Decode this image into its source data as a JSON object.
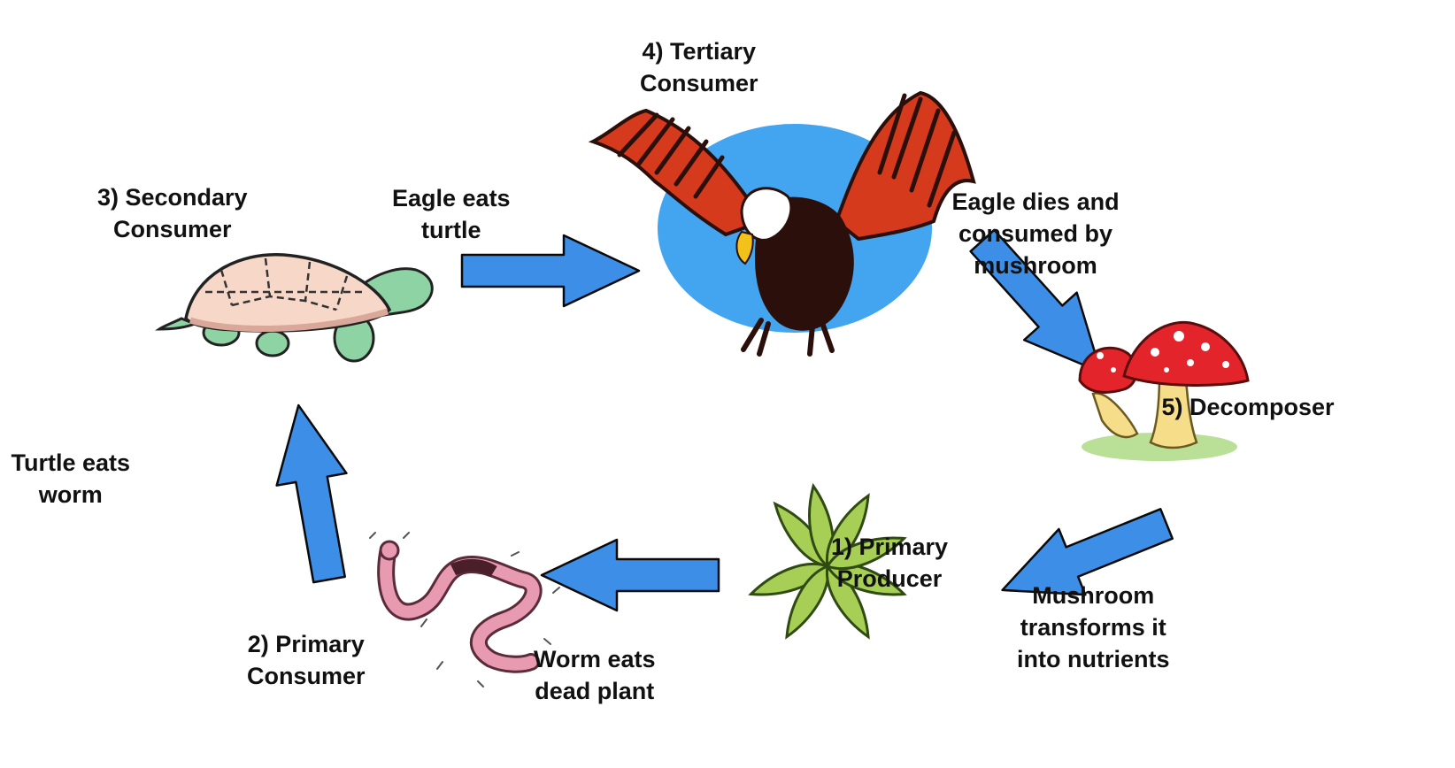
{
  "colors": {
    "arrow_fill": "#3d8ee6",
    "arrow_stroke": "#0a0a0a",
    "eagle_circle": "#43a5ef",
    "eagle_wing_red": "#d63a1c",
    "eagle_body": "#2a0f0a",
    "turtle_shell": "#f7d7c8",
    "turtle_skin": "#8ed3a3",
    "worm_pink": "#e89ab0",
    "mushroom_cap": "#e3252b",
    "mushroom_stem": "#f5dd8a",
    "leaf_green": "#a8cf55"
  },
  "stages": {
    "tertiary": {
      "line1": "4) Tertiary",
      "line2": "Consumer",
      "icon": "eagle-icon"
    },
    "secondary": {
      "line1": "3) Secondary",
      "line2": "Consumer",
      "icon": "turtle-icon"
    },
    "decomposer": {
      "line1": "5) Decomposer",
      "icon": "mushroom-icon"
    },
    "producer": {
      "line1": "1) Primary",
      "line2": "Producer",
      "icon": "leaves-icon"
    },
    "primary_consumer": {
      "line1": "2) Primary",
      "line2": "Consumer",
      "icon": "worm-icon"
    }
  },
  "transitions": {
    "eagle_eats_turtle": {
      "line1": "Eagle eats",
      "line2": "turtle"
    },
    "eagle_dies": {
      "line1": "Eagle dies and",
      "line2": "consumed by",
      "line3": "mushroom"
    },
    "mushroom_transforms": {
      "line1": "Mushroom",
      "line2": "transforms it",
      "line3": "into nutrients"
    },
    "worm_eats_plant": {
      "line1": "Worm eats",
      "line2": "dead plant"
    },
    "turtle_eats_worm": {
      "line1": "Turtle eats",
      "line2": "worm"
    }
  }
}
